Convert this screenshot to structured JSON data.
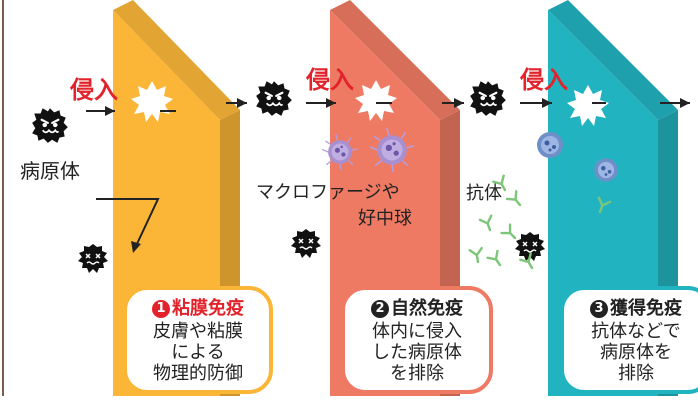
{
  "labels": {
    "invasion": "侵入",
    "pathogen": "病原体",
    "macrophage": "マクロファージや",
    "neutrophil": "好中球",
    "antibody": "抗体"
  },
  "stages": [
    {
      "number": "1",
      "title": "粘膜免疫",
      "body": "皮膚や粘膜\nによる\n物理的防御",
      "color": "#e3232c",
      "wall_color": "#fbb637",
      "border": "#fbb637"
    },
    {
      "number": "2",
      "title": "自然免疫",
      "body": "体内に侵入\nした病原体\nを排除",
      "color": "#222222",
      "wall_color": "#ee7a63",
      "border": "#ee7a63"
    },
    {
      "number": "3",
      "title": "獲得免疫",
      "body": "抗体などで\n病原体を\n排除",
      "color": "#222222",
      "wall_color": "#22b3c0",
      "border": "#22b3c0"
    }
  ],
  "colors": {
    "frame": "#7a5a4a",
    "arrow": "#222222",
    "virus": "#111111",
    "immune_cell": "#9b80c8",
    "antibody": "#7cc67a"
  }
}
